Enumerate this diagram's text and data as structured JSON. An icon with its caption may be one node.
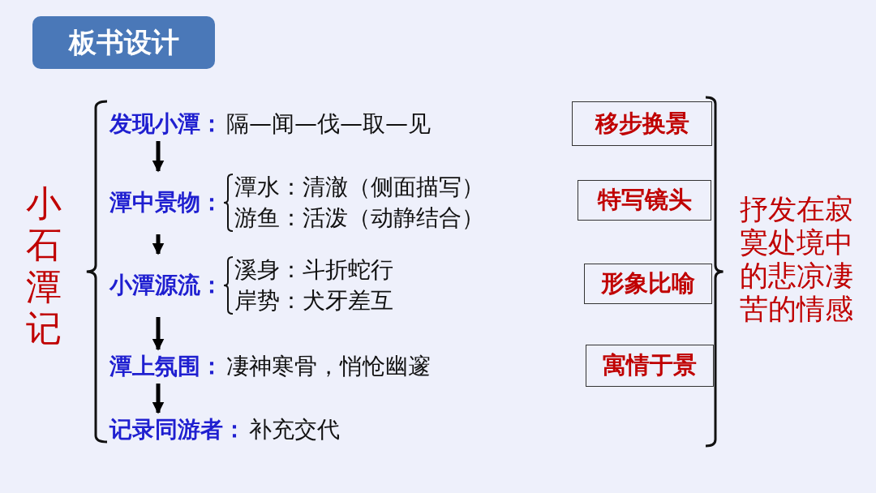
{
  "diagram": {
    "title": "板书设计",
    "nodes": [
      {
        "text": [
          "发现小潭：",
          "隔—闻—伐—取—见"
        ]
      },
      {
        "text": [
          "潭中景物：",
          "潭水：清澈（侧面描写）",
          "游鱼：活泼（动静结合）"
        ]
      },
      {
        "text": [
          "小潭源流：",
          "溪身：斗折蛇行",
          "岸势：犬牙差互"
        ]
      },
      {
        "text": [
          "潭上氛围：",
          "凄神寒骨，悄怆幽邃"
        ]
      },
      {
        "text": [
          "记录同游者：",
          "补充交代"
        ]
      },
      {
        "text": [
          "移步换景"
        ]
      },
      {
        "text": [
          "特写镜头"
        ]
      },
      {
        "text": [
          "形象比喻"
        ]
      },
      {
        "text": [
          "寓情于景"
        ]
      }
    ],
    "edges": [
      {
        "from": 0,
        "to": 1,
        "arrow": "to"
      },
      {
        "from": 1,
        "to": 2,
        "arrow": "to"
      },
      {
        "from": 2,
        "to": 3,
        "arrow": "to"
      },
      {
        "from": 3,
        "to": 4,
        "arrow": "to"
      }
    ],
    "labels": [
      "小石潭记",
      "抒发在寂寞处境中的悲凉凄苦的情感"
    ]
  }
}
